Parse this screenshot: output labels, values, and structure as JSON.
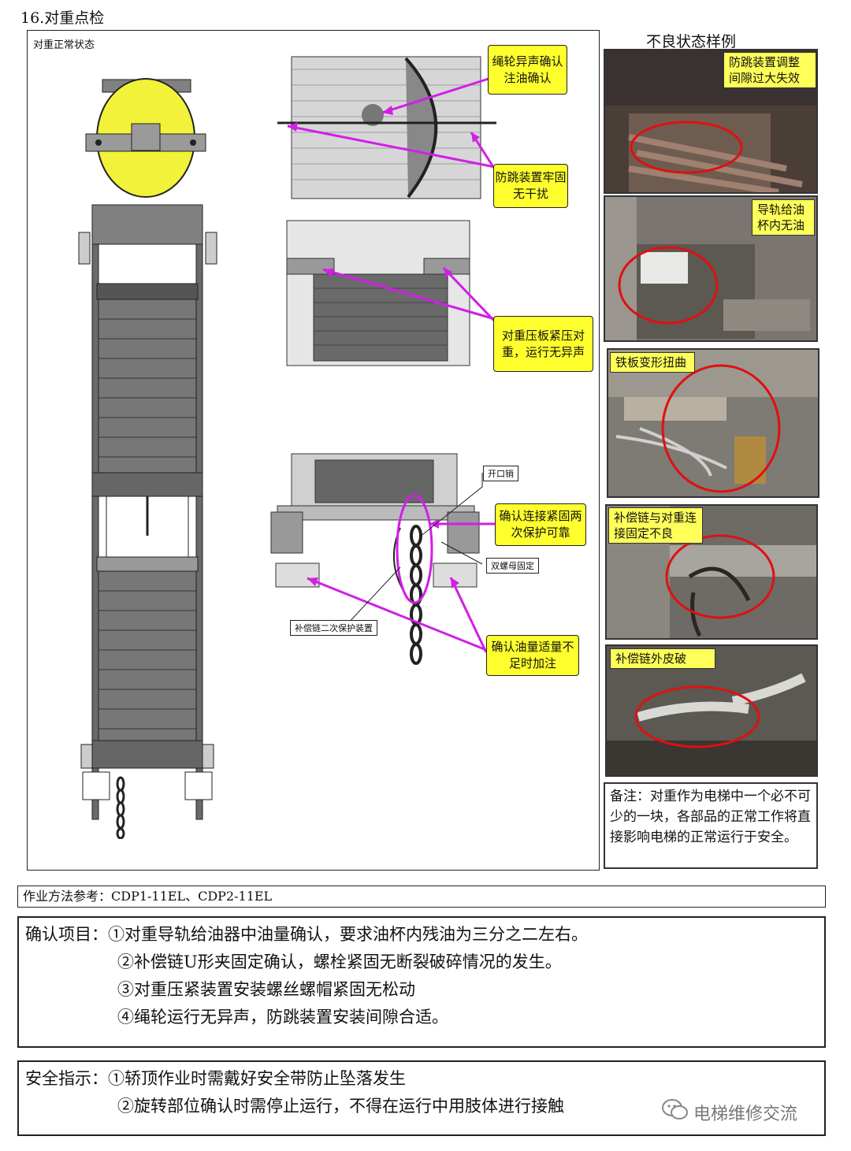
{
  "page": {
    "title": "16.对重点检",
    "normal_label": "对重正常状态",
    "bad_title": "不良状态样例"
  },
  "callouts": {
    "sheave_noise": "绳轮异声确认注油确认",
    "anti_jump": "防跳装置牢固无干扰",
    "press_plate": "对重压板紧压对重，运行无异声",
    "connection": "确认连接紧固两次保护可靠",
    "oil": "确认油量适量不足时加注"
  },
  "labels": {
    "cotter_pin": "开口销",
    "double_nut": "双螺母固定",
    "secondary_protect": "补偿链二次保护装置"
  },
  "bad_examples": [
    {
      "text": "防跳装置调整间隙过大失效"
    },
    {
      "text": "导轨给油杯内无油"
    },
    {
      "text": "铁板变形扭曲"
    },
    {
      "text": "补偿链与对重连接固定不良"
    },
    {
      "text": "补偿链外皮破"
    }
  ],
  "note": "备注：对重作为电梯中一个必不可少的一块，各部品的正常工作将直接影响电梯的正常运行于安全。",
  "method": "作业方法参考：CDP1-11EL、CDP2-11EL",
  "confirm": {
    "head": "确认项目：",
    "items": [
      "①对重导轨给油器中油量确认，要求油杯内残油为三分之二左右。",
      "②补偿链U形夹固定确认，螺栓紧固无断裂破碎情况的发生。",
      "③对重压紧装置安装螺丝螺帽紧固无松动",
      "④绳轮运行无异声，防跳装置安装间隙合适。"
    ]
  },
  "safety": {
    "head": "安全指示：",
    "items": [
      "①轿顶作业时需戴好安全带防止坠落发生",
      "②旋转部位确认时需停止运行，不得在运行中用肢体进行接触"
    ]
  },
  "watermark": "电梯维修交流",
  "colors": {
    "callout": "#ffff2e",
    "arrow": "#d21ee6",
    "circle": "#e01010",
    "sheave": "#f2f23a"
  }
}
